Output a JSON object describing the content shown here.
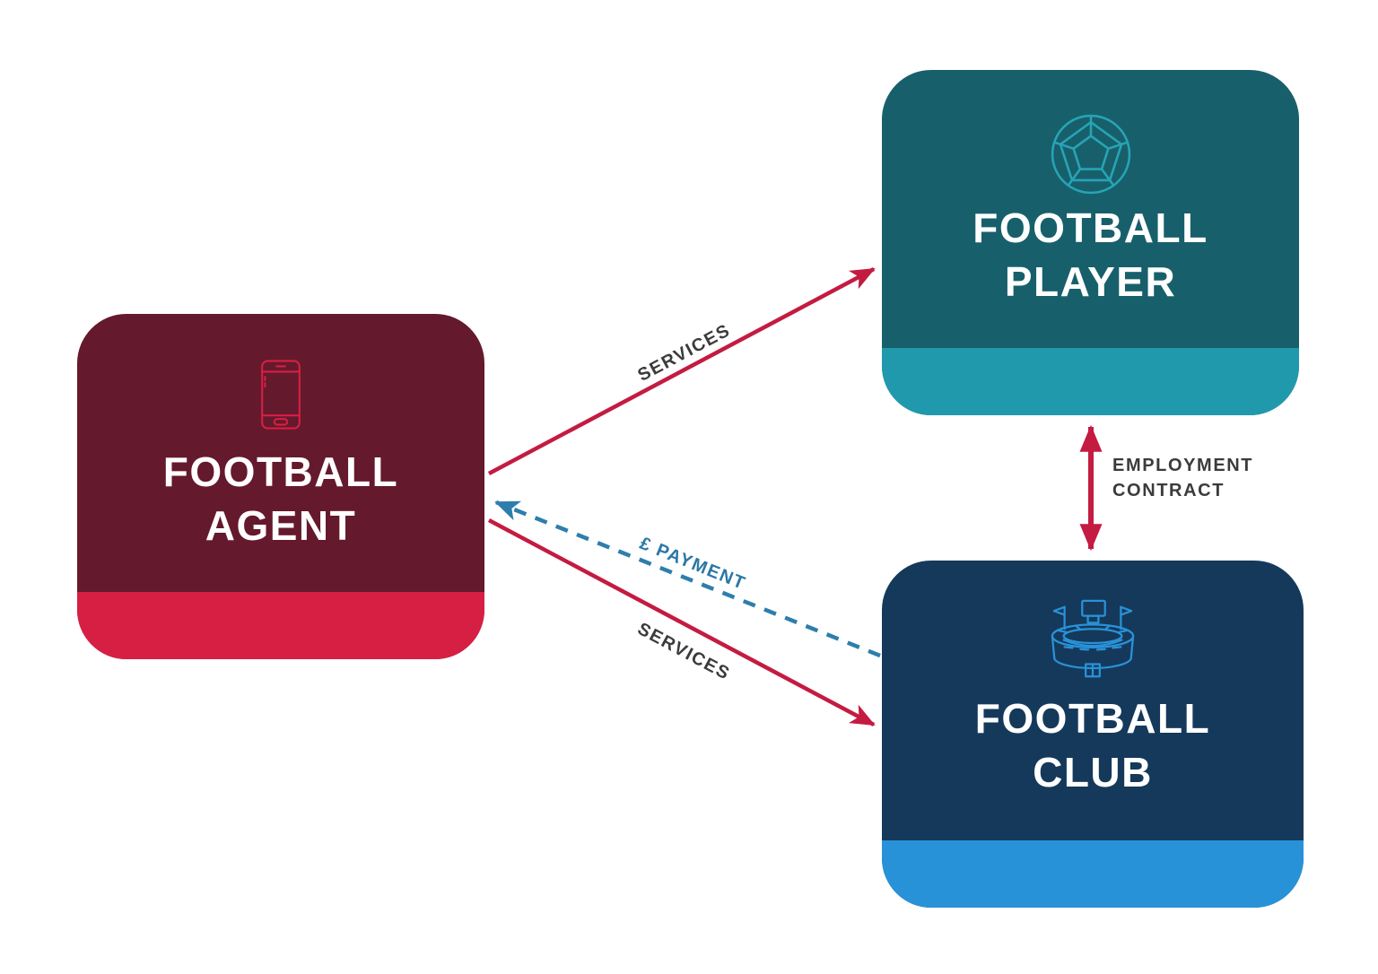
{
  "diagram": {
    "background_color": "#ffffff",
    "nodes": [
      {
        "id": "football-agent",
        "title": "FOOTBALL AGENT",
        "icon": "smartphone-icon",
        "body_color": "#65192C",
        "accent_color": "#D71F44",
        "title_color": "#ffffff"
      },
      {
        "id": "football-player",
        "title": "FOOTBALL PLAYER",
        "icon": "football-ball-icon",
        "body_color": "#17606B",
        "accent_color": "#2199AD",
        "title_color": "#ffffff"
      },
      {
        "id": "football-club",
        "title": "FOOTBALL CLUB",
        "icon": "stadium-icon",
        "body_color": "#15395B",
        "accent_color": "#2892D8",
        "title_color": "#ffffff"
      }
    ],
    "edges": [
      {
        "id": "services-agent-to-player",
        "label": "SERVICES",
        "from": "football-agent",
        "to": "football-player",
        "style": "solid-arrow",
        "color": "#C41B41",
        "label_color": "#3B3B3B"
      },
      {
        "id": "payment-club-to-agent",
        "label": "£ PAYMENT",
        "from": "football-club",
        "to": "football-agent",
        "style": "dashed-arrow",
        "color": "#2E7EAC",
        "label_color": "#2B77A6"
      },
      {
        "id": "services-agent-to-club",
        "label": "SERVICES",
        "from": "football-agent",
        "to": "football-club",
        "style": "solid-arrow",
        "color": "#C41B41",
        "label_color": "#3B3B3B"
      },
      {
        "id": "employment-contract",
        "label": "EMPLOYMENT CONTRACT",
        "from": "football-player",
        "to": "football-club",
        "style": "double-arrow",
        "color": "#C41B41",
        "label_color": "#3B3B3B"
      }
    ]
  }
}
